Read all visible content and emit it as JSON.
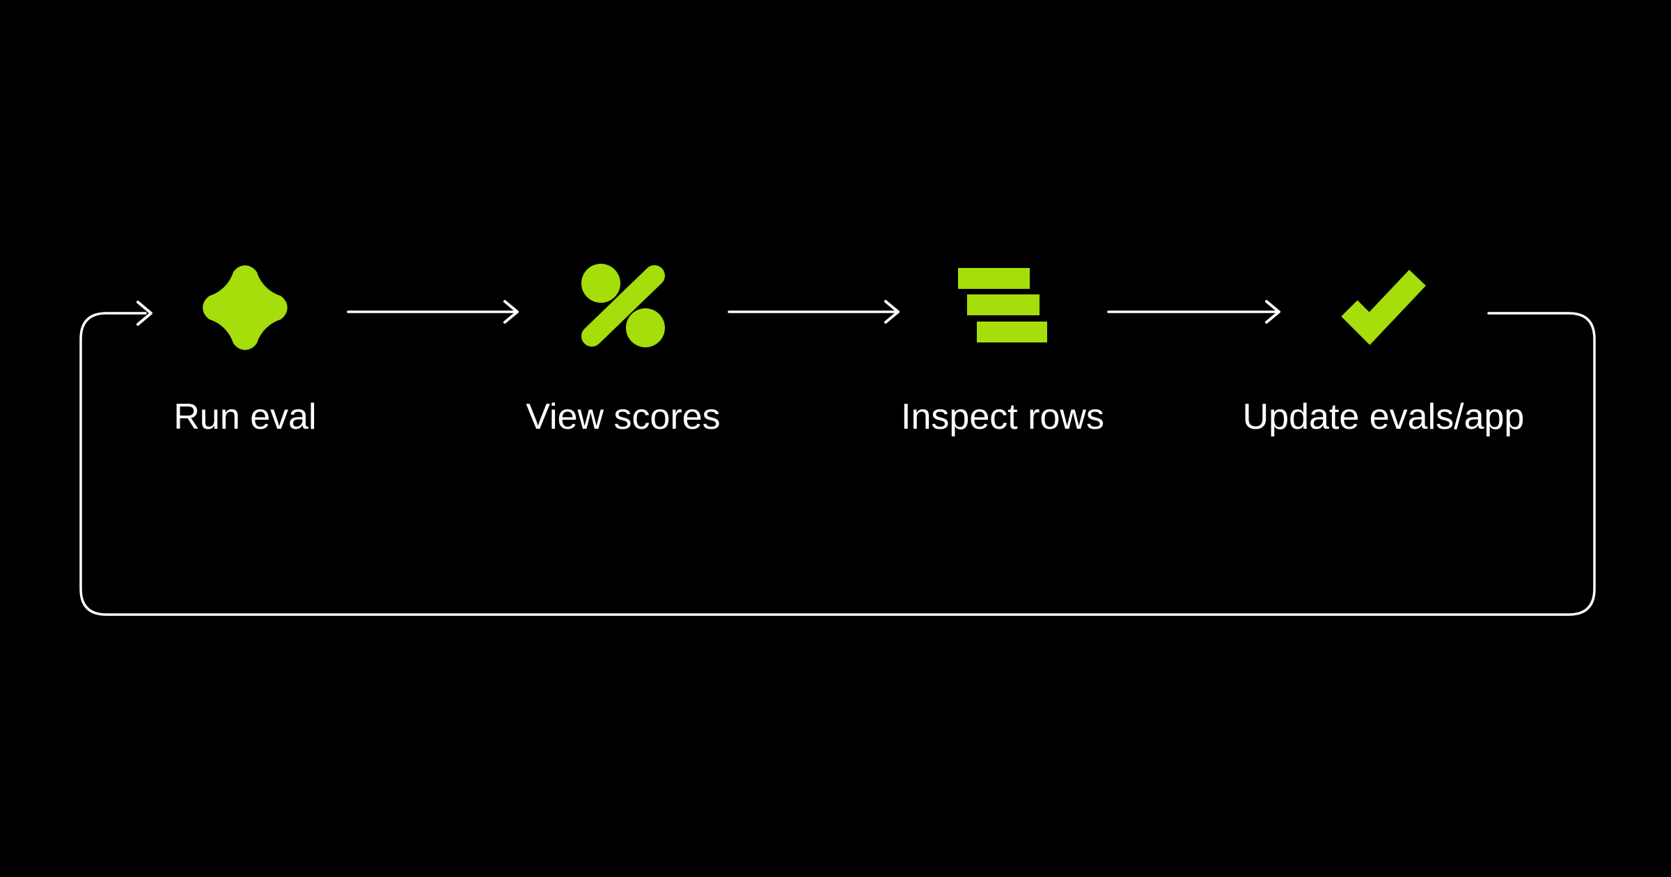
{
  "diagram": {
    "type": "cyclic-flow",
    "direction": "left-to-right-with-loop-back",
    "steps": [
      {
        "label": "Run eval",
        "icon": "sparkle-icon"
      },
      {
        "label": "View scores",
        "icon": "percent-icon"
      },
      {
        "label": "Inspect rows",
        "icon": "rows-icon"
      },
      {
        "label": "Update evals/app",
        "icon": "check-icon"
      }
    ]
  },
  "colors": {
    "background": "#000000",
    "accent": "#a5de0b",
    "line": "#ffffff",
    "text": "#ffffff"
  }
}
